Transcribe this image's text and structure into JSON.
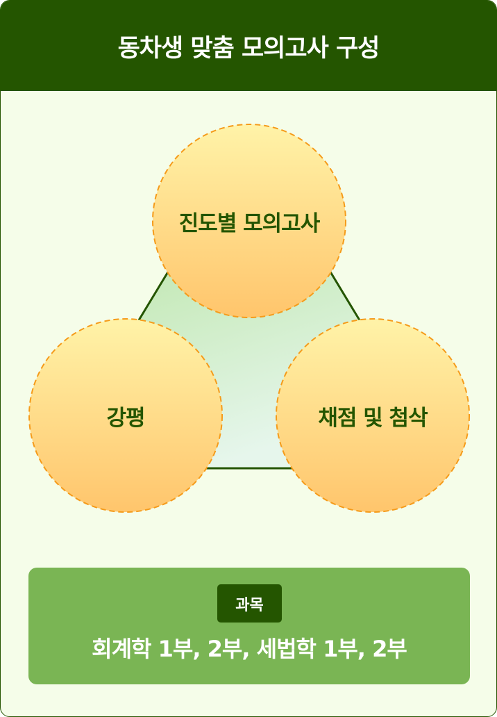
{
  "title": "동차생 맞춤 모의고사 구성",
  "circles": {
    "top": "진도별 모의고사",
    "left": "강평",
    "right": "채점 및 첨삭"
  },
  "subject": {
    "badge": "과목",
    "list": "회계학 1부, 2부, 세법학 1부, 2부"
  },
  "colors": {
    "primary": "#245500",
    "background": "#f5fde9",
    "box": "#7ab554",
    "circle_border": "#f5a623"
  }
}
